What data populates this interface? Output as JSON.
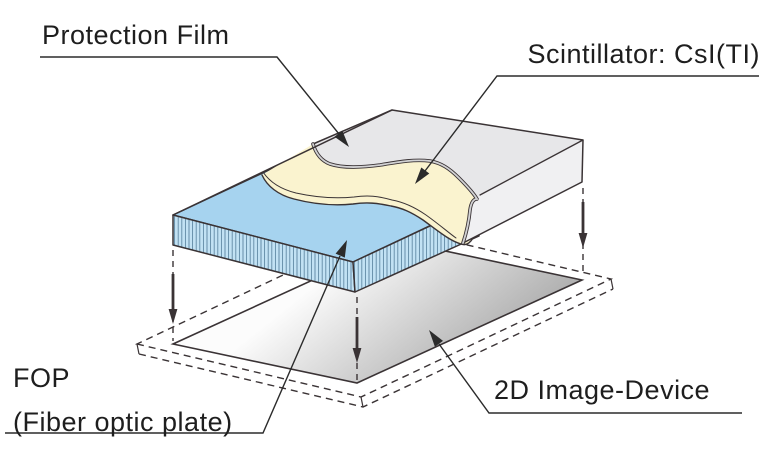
{
  "figure": {
    "labels": {
      "protection_film": "Protection Film",
      "scintillator": "Scintillator: CsI(TI)",
      "fop_acronym": "FOP",
      "fop_full": "(Fiber optic plate)",
      "image_device": "2D Image-Device"
    },
    "colors": {
      "background": "#ffffff",
      "outline": "#3a3335",
      "leader": "#2b2b2b",
      "text": "#1e1e1e",
      "film-top": "#e7e7e9",
      "film-front": "#f0f0f2",
      "film-edge": "#d2d2d4",
      "scintillator": "#faf3cf",
      "fop-top": "#a6d3ef",
      "fop-side": "#c2e2f4",
      "fop-hatch": "#5f87a2",
      "device-light": "#fcfcfc",
      "device-dark": "#9b9b9b"
    }
  }
}
